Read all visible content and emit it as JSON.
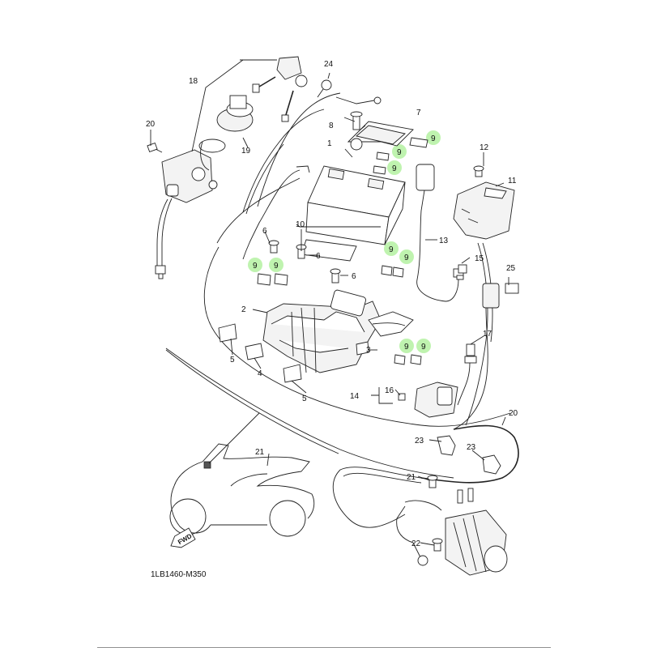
{
  "diagram_code": "1LB1460-M350",
  "fwd_label": "FWD",
  "callouts": [
    "1",
    "2",
    "3",
    "4",
    "5",
    "5",
    "5",
    "6",
    "6",
    "6",
    "7",
    "8",
    "9",
    "9",
    "9",
    "9",
    "9",
    "9",
    "9",
    "9",
    "9",
    "9",
    "9",
    "10",
    "11",
    "12",
    "13",
    "14",
    "15",
    "15",
    "16",
    "17",
    "18",
    "19",
    "20",
    "20",
    "21",
    "22",
    "23",
    "23",
    "24",
    "25"
  ],
  "colors": {
    "line": "#222222",
    "highlight": "#b8f2a6",
    "background": "#ffffff"
  }
}
